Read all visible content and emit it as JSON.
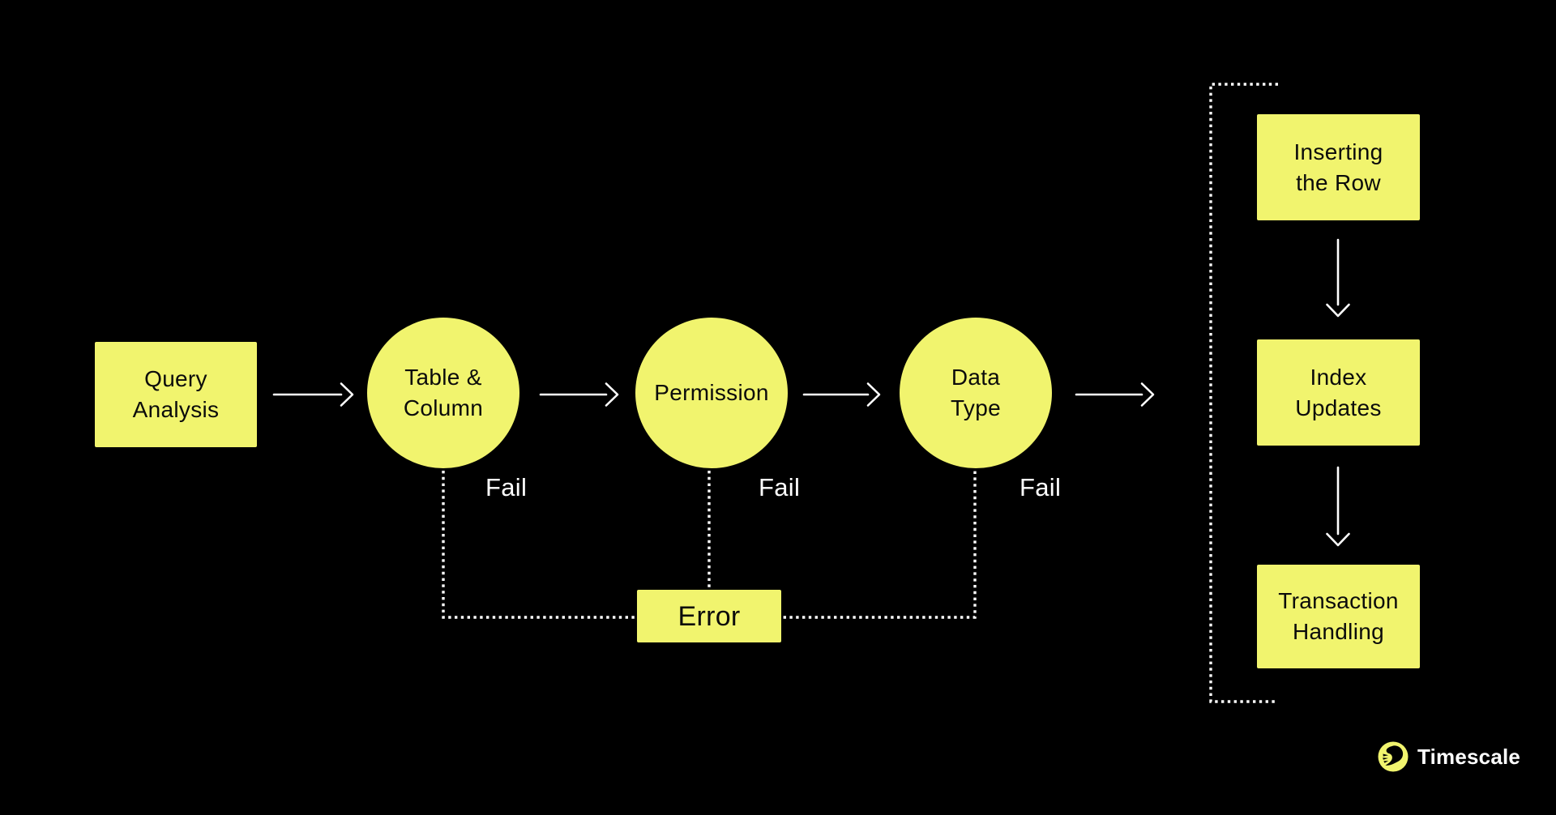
{
  "theme": {
    "bg": "#000000",
    "accent_yellow": "#F1F46E",
    "white": "#FFFFFF",
    "text_dark": "#0B0B0B"
  },
  "flow": {
    "start_box": {
      "label": "Query\nAnalysis"
    },
    "checks": [
      {
        "label": "Table &\nColumn"
      },
      {
        "label": "Permission"
      },
      {
        "label": "Data\nType"
      }
    ],
    "fail_labels": [
      "Fail",
      "Fail",
      "Fail"
    ],
    "error_box": {
      "label": "Error"
    },
    "success_steps": [
      {
        "label": "Inserting\nthe Row"
      },
      {
        "label": "Index\nUpdates"
      },
      {
        "label": "Transaction\nHandling"
      }
    ]
  },
  "branding": {
    "wordmark": "Timescale",
    "logo_icon": "timescale-tiger-icon"
  }
}
